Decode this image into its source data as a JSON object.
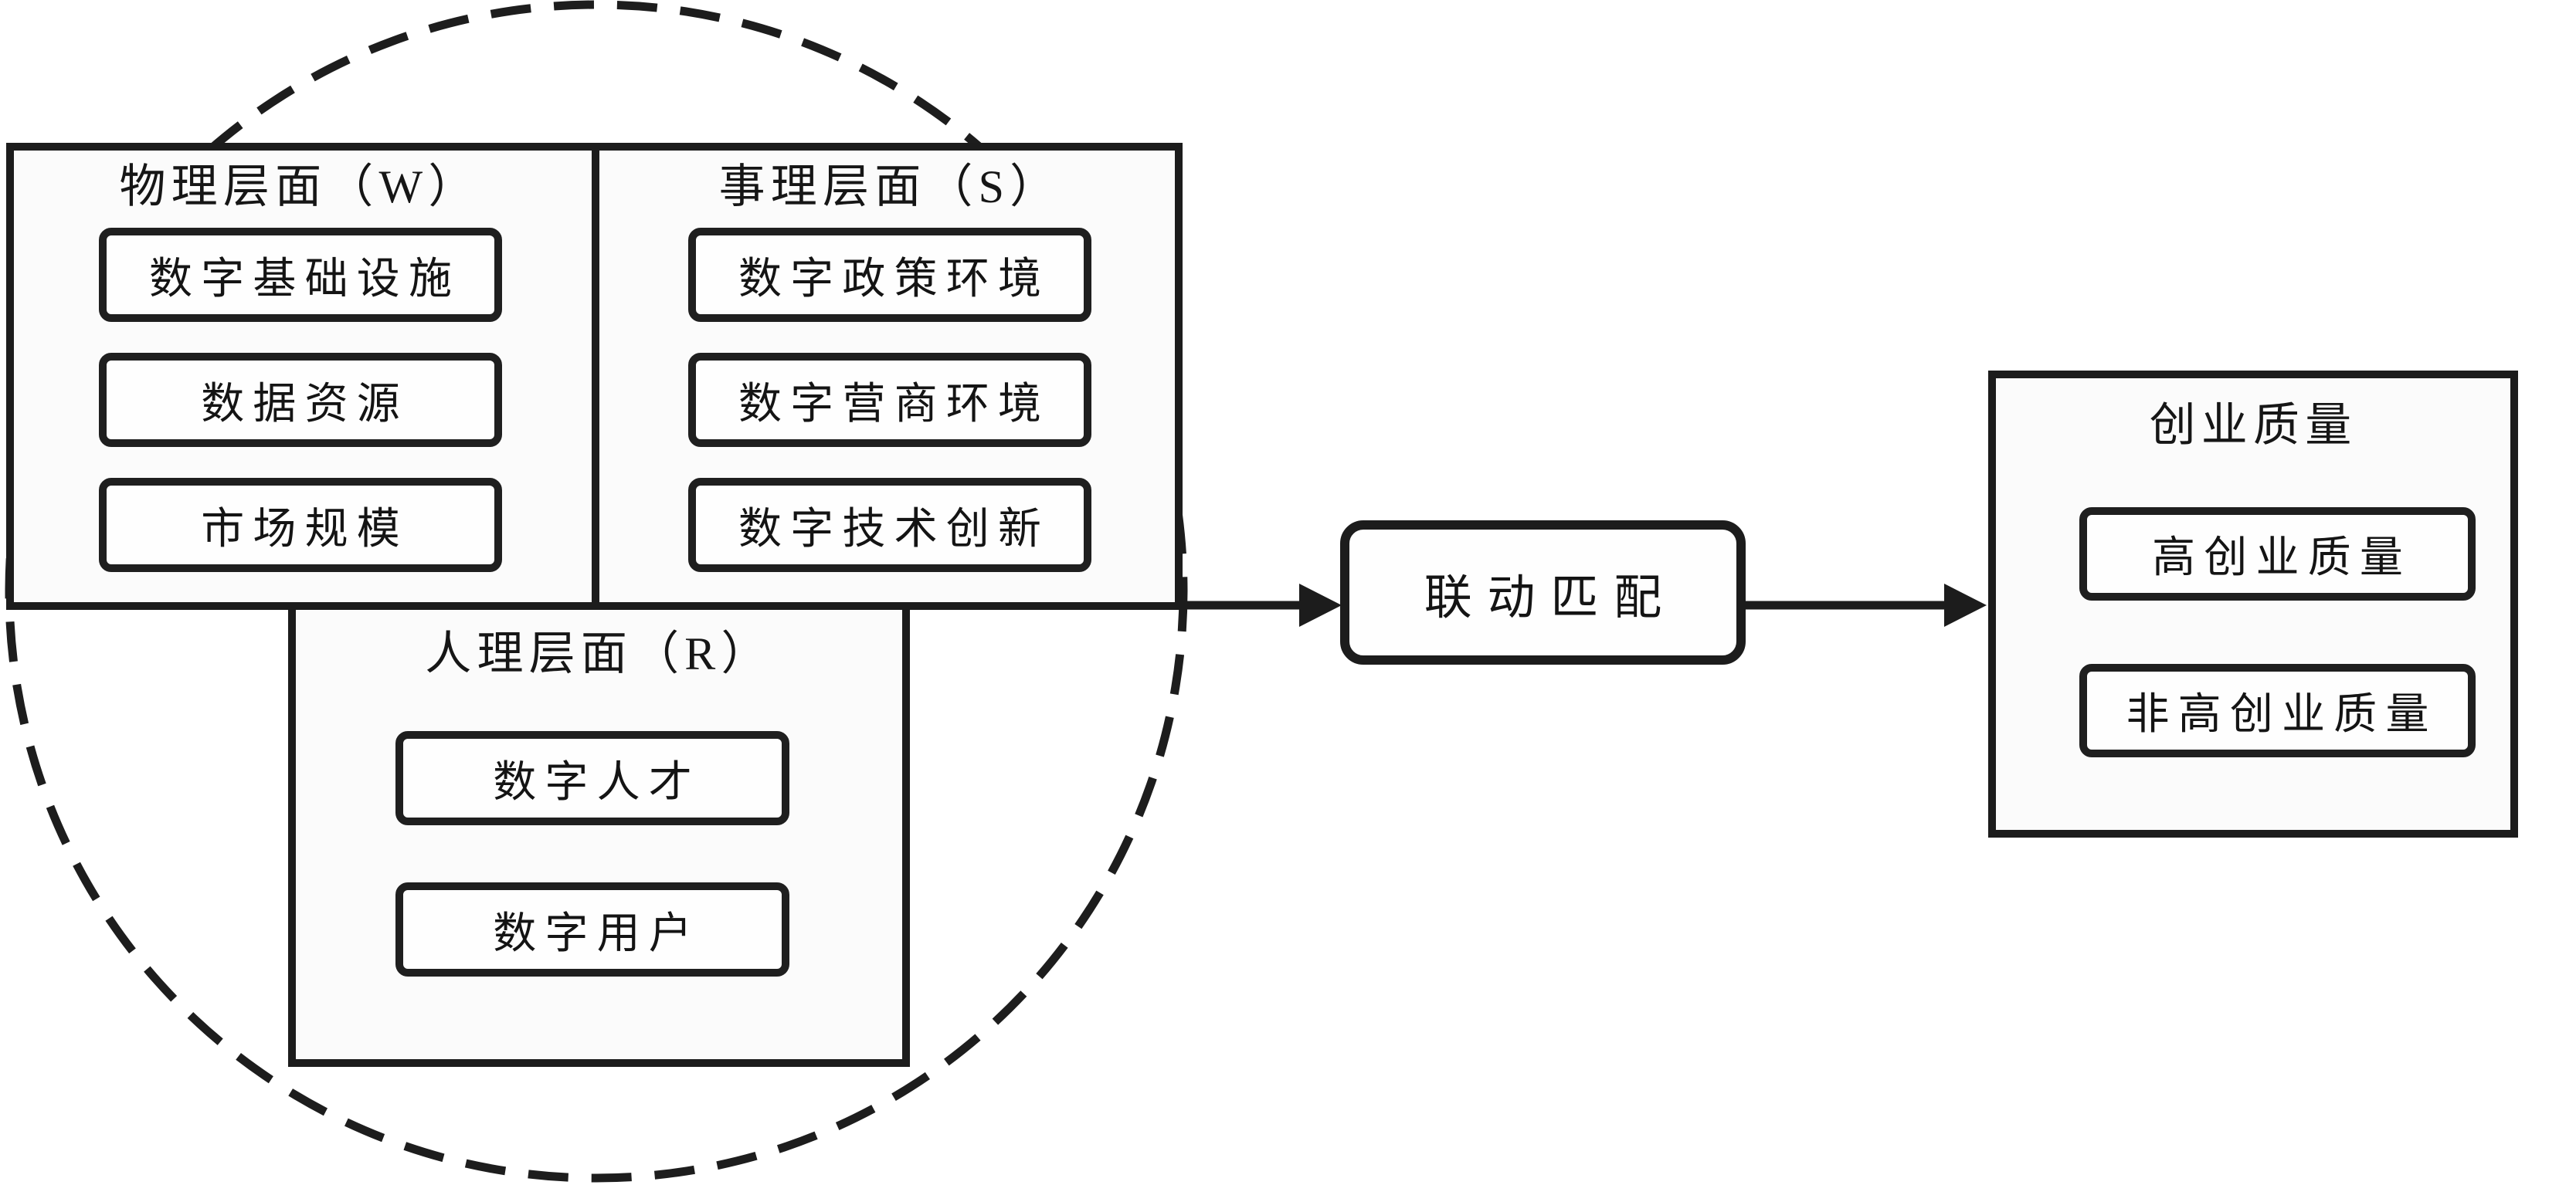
{
  "diagram": {
    "physical_layer": {
      "title": "物理层面（W）",
      "items": [
        "数字基础设施",
        "数据资源",
        "市场规模"
      ]
    },
    "affair_layer": {
      "title": "事理层面（S）",
      "items": [
        "数字政策环境",
        "数字营商环境",
        "数字技术创新"
      ]
    },
    "human_layer": {
      "title": "人理层面（R）",
      "items": [
        "数字人才",
        "数字用户"
      ]
    },
    "process": {
      "label": "联动匹配"
    },
    "outcome": {
      "title": "创业质量",
      "items": [
        "高创业质量",
        "非高创业质量"
      ]
    },
    "colors": {
      "ink": "#1c1c1c",
      "panel_fill": "#fbfbfb",
      "box_fill": "#fefefe",
      "page_bg": "#ffffff"
    }
  }
}
